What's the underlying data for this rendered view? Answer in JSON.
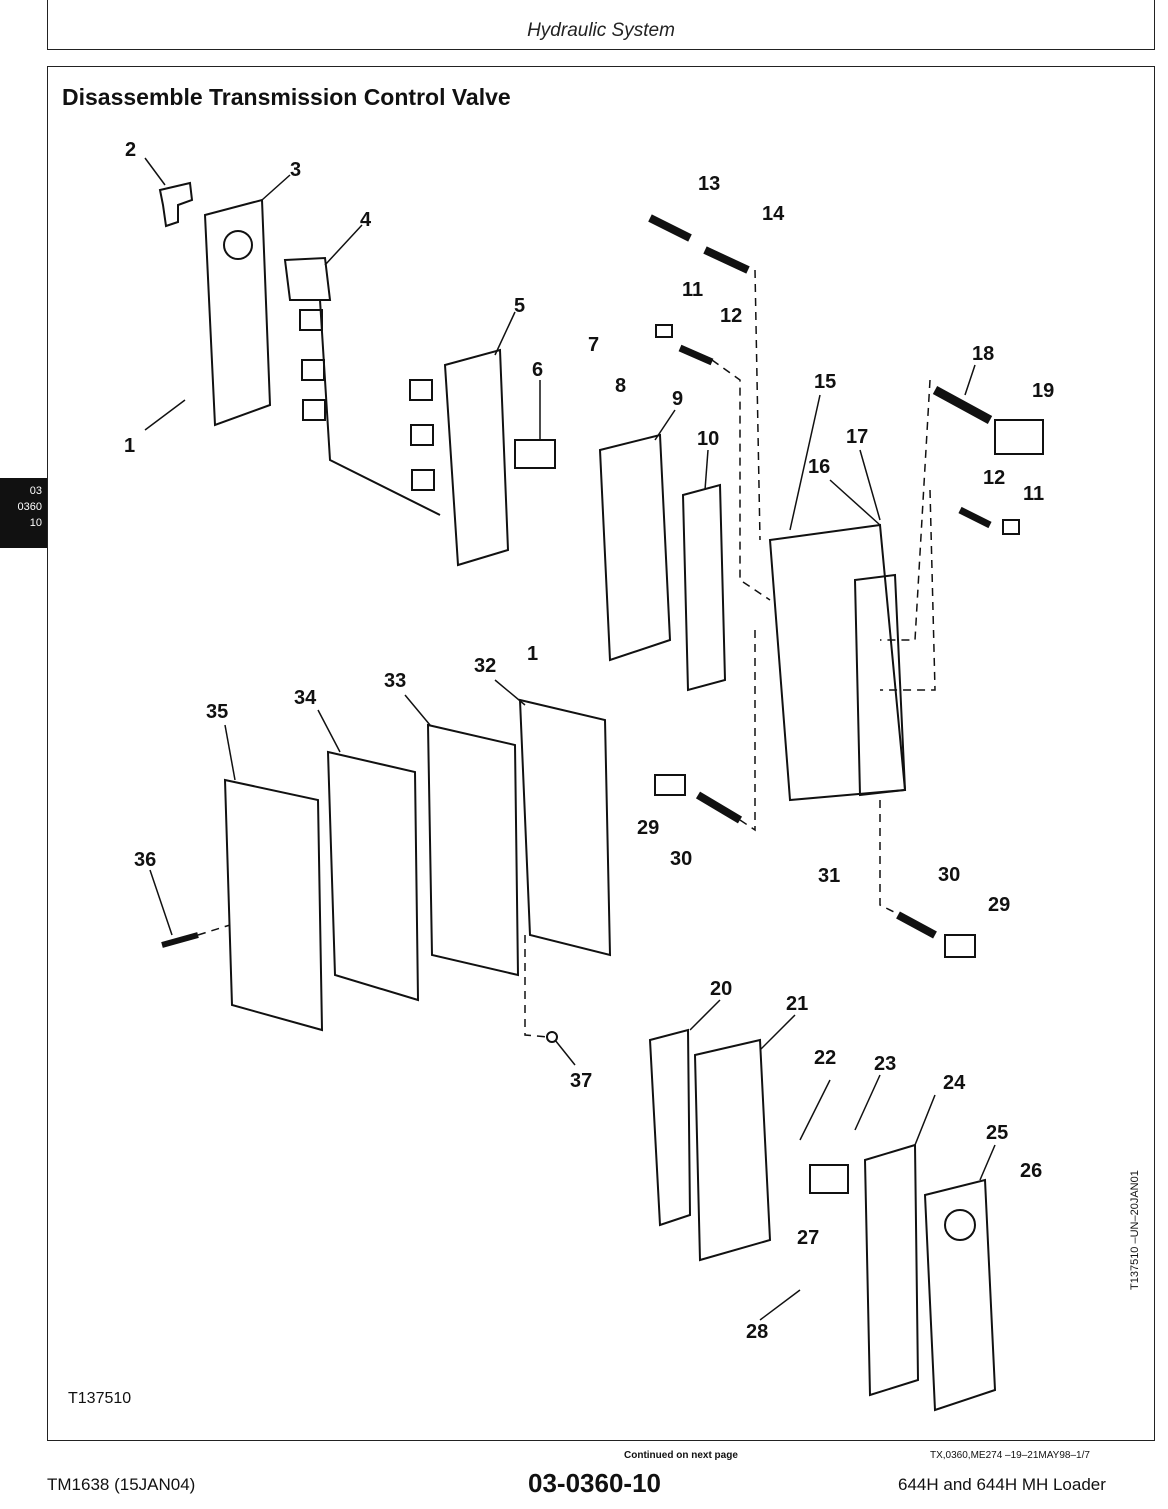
{
  "header": {
    "title": "Hydraulic System"
  },
  "section": {
    "title": "Disassemble Transmission Control Valve"
  },
  "side_tab": {
    "line1": "03",
    "line2": "0360",
    "line3": "10"
  },
  "figure": {
    "callouts": [
      "1",
      "2",
      "3",
      "4",
      "5",
      "6",
      "7",
      "8",
      "9",
      "10",
      "11",
      "12",
      "13",
      "14",
      "15",
      "16",
      "17",
      "18",
      "19",
      "20",
      "21",
      "22",
      "23",
      "24",
      "25",
      "26",
      "27",
      "28",
      "29",
      "30",
      "31",
      "32",
      "33",
      "34",
      "35",
      "36",
      "37"
    ],
    "figure_id": "T137510",
    "side_label": "T137510   –UN–20JAN01"
  },
  "footer": {
    "continued": "Continued on next page",
    "reference": "TX,0360,ME274    –19–21MAY98–1/7",
    "manual": "TM1638 (15JAN04)",
    "page": "03-0360-10",
    "model": "644H and 644H MH Loader"
  }
}
